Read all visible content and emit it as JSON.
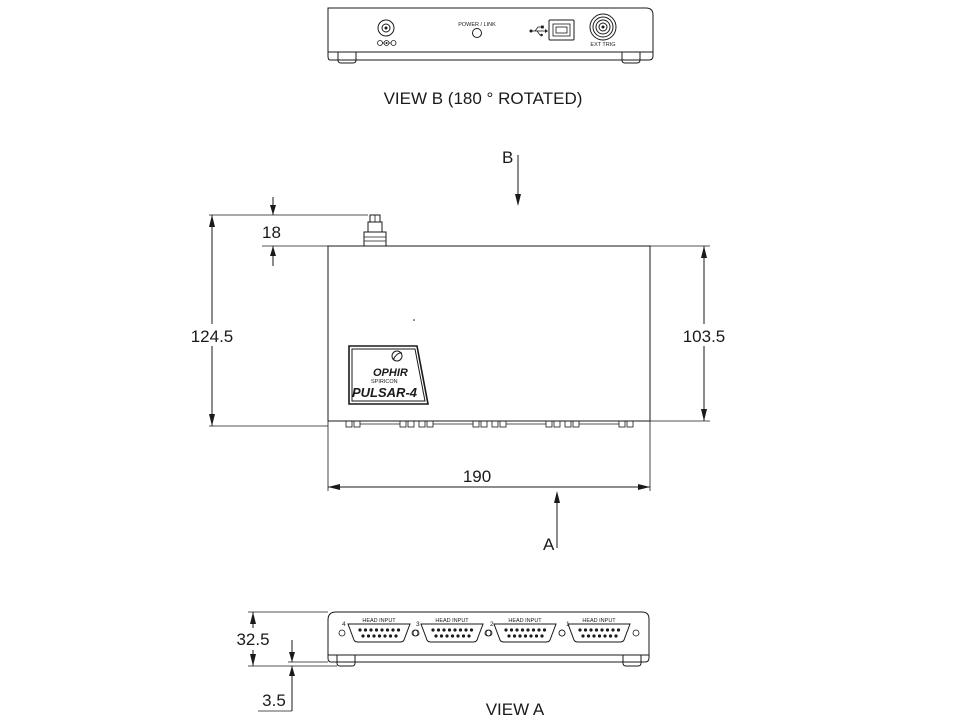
{
  "view_b": {
    "caption": "VIEW B (180 ° ROTATED)",
    "power_link_label": "POWER / LINK",
    "ext_trig_label": "EXT TRIG",
    "power_symbol_icon": "dc-polarity-icon",
    "usb_symbol_icon": "usb-icon"
  },
  "top_view": {
    "view_marker_b": "B",
    "view_marker_a": "A",
    "dims": {
      "connector_height": "18",
      "total_depth": "124.5",
      "body_depth": "103.5",
      "width": "190"
    },
    "logo": {
      "brand": "OPHIR",
      "tagline": "SPIRICON",
      "product": "PULSAR-4"
    }
  },
  "view_a": {
    "caption": "VIEW A",
    "dims": {
      "height": "32.5",
      "foot_height": "3.5"
    },
    "ports": [
      {
        "number": "4",
        "label": "HEAD INPUT"
      },
      {
        "number": "3",
        "label": "HEAD INPUT"
      },
      {
        "number": "2",
        "label": "HEAD INPUT"
      },
      {
        "number": "1",
        "label": "HEAD INPUT"
      }
    ]
  }
}
